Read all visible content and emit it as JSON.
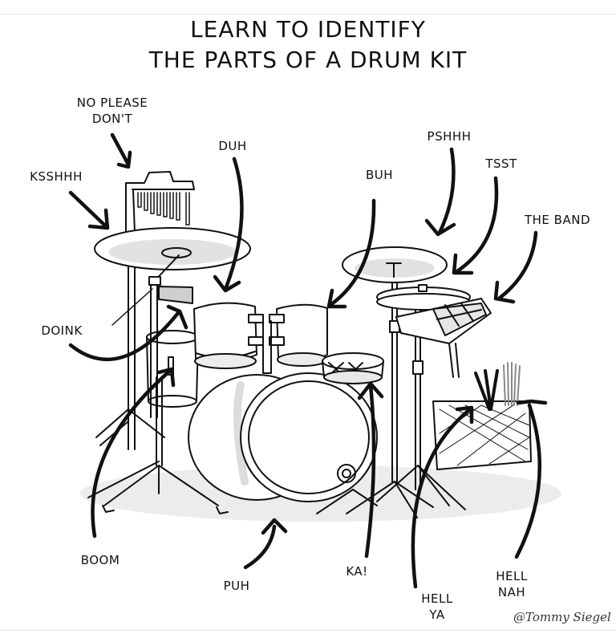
{
  "comic": {
    "title_line_1": "LEARN TO IDENTIFY",
    "title_line_2": "THE PARTS OF A DRUM KIT",
    "signature": "@Tommy Siegel"
  },
  "labels": {
    "no_please_dont_1": "NO PLEASE",
    "no_please_dont_2": "DON'T",
    "ksshhh": "KSSHHH",
    "duh": "DUH",
    "buh": "BUH",
    "pshhh": "PSHHH",
    "tsst": "TSST",
    "the_band": "THE BAND",
    "doink": "DOINK",
    "boom": "BOOM",
    "puh": "PUH",
    "ka": "KA!",
    "hell_ya_1": "HELL",
    "hell_ya_2": "YA",
    "hell_nah_1": "HELL",
    "hell_nah_2": "NAH"
  },
  "parts": [
    {
      "label": "NO PLEASE DON'T",
      "part": "wind chimes"
    },
    {
      "label": "KSSHHH",
      "part": "crash cymbal"
    },
    {
      "label": "DUH",
      "part": "rack tom 1"
    },
    {
      "label": "BUH",
      "part": "rack tom 2"
    },
    {
      "label": "PSHHH",
      "part": "ride cymbal"
    },
    {
      "label": "TSST",
      "part": "hi-hat"
    },
    {
      "label": "THE BAND",
      "part": "sample pad"
    },
    {
      "label": "DOINK",
      "part": "cowbell"
    },
    {
      "label": "BOOM",
      "part": "floor tom"
    },
    {
      "label": "PUH",
      "part": "bass drum"
    },
    {
      "label": "KA!",
      "part": "snare drum"
    },
    {
      "label": "HELL YA",
      "part": "sticks"
    },
    {
      "label": "HELL NAH",
      "part": "brushes"
    }
  ],
  "colors": {
    "ink": "#111111",
    "shade": "#d9d9d9",
    "frame": "#e6e6e6"
  }
}
